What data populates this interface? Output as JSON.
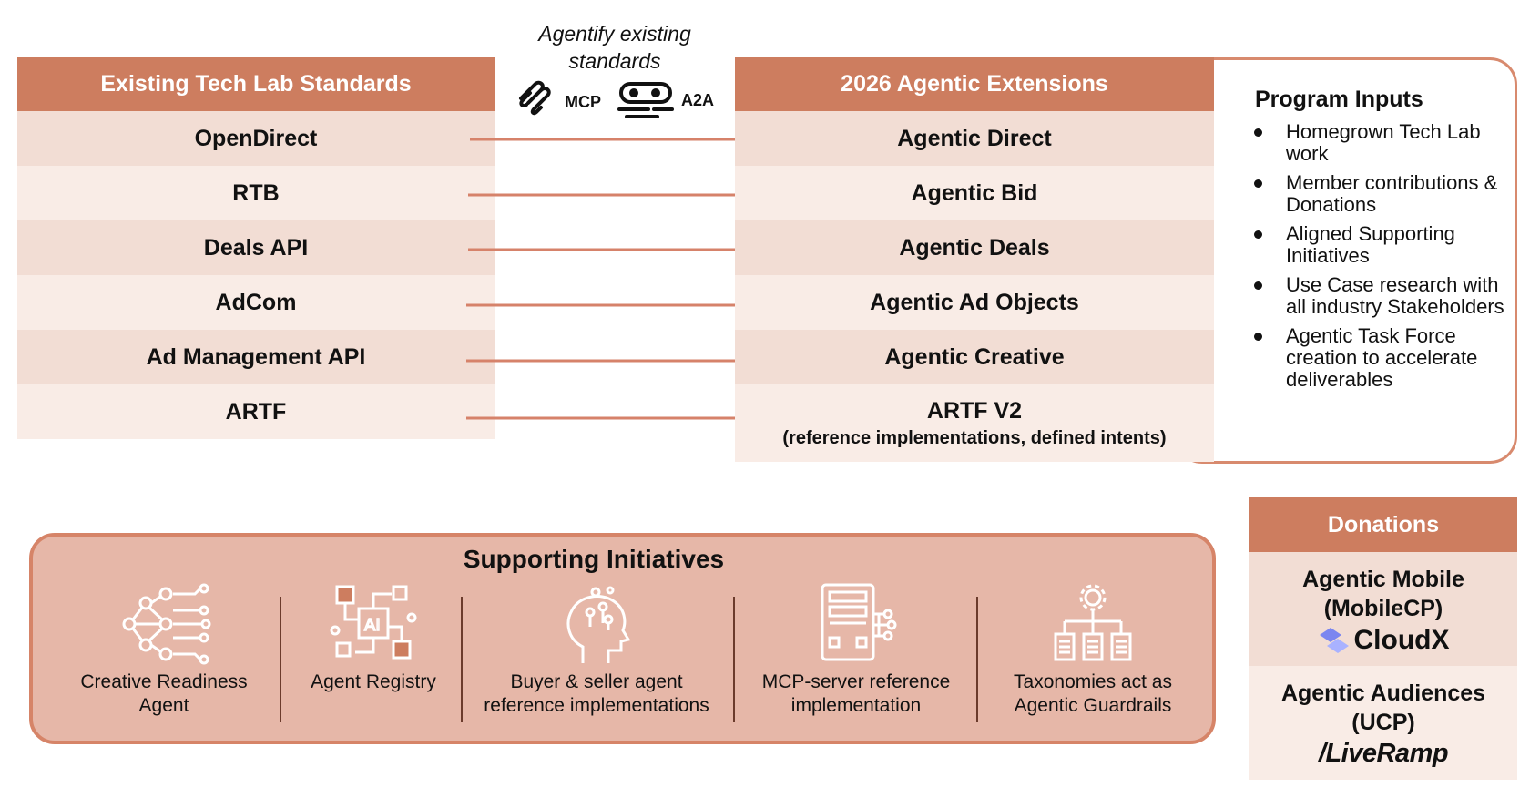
{
  "left_table": {
    "header": "Existing Tech Lab Standards",
    "rows": [
      "OpenDirect",
      "RTB",
      "Deals API",
      "AdCom",
      "Ad Management API",
      "ARTF"
    ]
  },
  "middle": {
    "label_line1": "Agentify existing",
    "label_line2": "standards",
    "protocols": [
      {
        "name": "MCP",
        "icon": "mcp-logo-icon"
      },
      {
        "name": "A2A",
        "icon": "a2a-logo-icon"
      }
    ]
  },
  "right_table": {
    "header": "2026 Agentic Extensions",
    "rows": [
      "Agentic Direct",
      "Agentic Bid",
      "Agentic Deals",
      "Agentic Ad Objects",
      "Agentic Creative",
      "ARTF V2"
    ],
    "last_row_sub": "(reference implementations, defined intents)"
  },
  "program_inputs": {
    "title": "Program Inputs",
    "items": [
      "Homegrown Tech Lab work",
      "Member contributions & Donations",
      "Aligned Supporting Initiatives",
      "Use Case research with all industry Stakeholders",
      "Agentic Task Force creation to accelerate deliverables"
    ]
  },
  "supporting": {
    "title": "Supporting Initiatives",
    "items": [
      {
        "line1": "Creative Readiness",
        "line2": "Agent",
        "icon": "neural-network-icon"
      },
      {
        "line1": "Agent Registry",
        "line2": "",
        "icon": "ai-chip-icon"
      },
      {
        "line1": "Buyer & seller agent",
        "line2": "reference implementations",
        "icon": "head-brain-icon"
      },
      {
        "line1": "MCP-server reference",
        "line2": "implementation",
        "icon": "server-icon"
      },
      {
        "line1": "Taxonomies act as",
        "line2": "Agentic Guardrails",
        "icon": "taxonomy-gear-icon"
      }
    ]
  },
  "donations": {
    "header": "Donations",
    "items": [
      {
        "line1": "Agentic Mobile",
        "line2": "(MobileCP)",
        "brand": "CloudX"
      },
      {
        "line1": "Agentic Audiences",
        "line2": "(UCP)",
        "brand": "/LiveRamp"
      }
    ]
  },
  "colors": {
    "header": "#cd7d5f",
    "row_dark": "#f2ddd4",
    "row_light": "#f9ece6",
    "arrow": "#d6826a",
    "support_fill": "#e6b7a8",
    "support_border": "#d68468"
  }
}
